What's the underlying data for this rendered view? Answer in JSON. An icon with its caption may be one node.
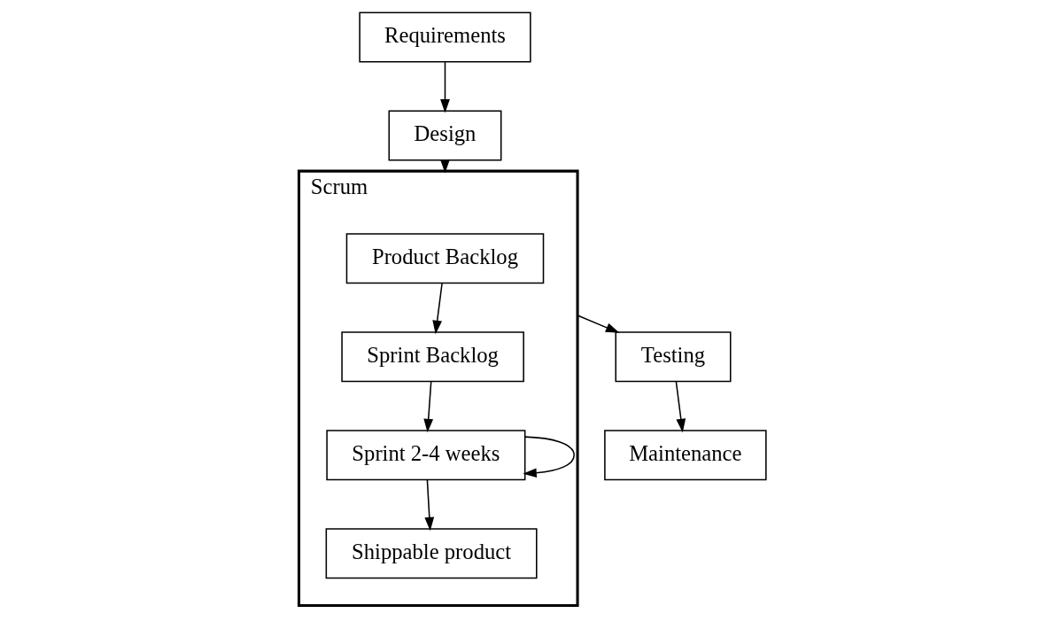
{
  "diagram": {
    "nodes": [
      {
        "text": [
          "Requirements"
        ]
      },
      {
        "text": [
          "Design"
        ]
      },
      {
        "text": [
          "Scrum"
        ]
      },
      {
        "text": [
          "Product Backlog"
        ],
        "in": 2
      },
      {
        "text": [
          "Sprint Backlog"
        ],
        "in": 2
      },
      {
        "text": [
          "Shippable product"
        ],
        "in": 2
      },
      {
        "text": [
          "Sprint 2-4 weeks"
        ],
        "in": 2
      },
      {
        "text": [
          "Testing"
        ]
      },
      {
        "text": [
          "Maintenance"
        ]
      }
    ],
    "edges": [
      {
        "from": 0,
        "to": 1,
        "arrow": "to"
      },
      {
        "from": 1,
        "to": 2,
        "arrow": "to"
      },
      {
        "from": 2,
        "to": 7,
        "arrow": "to"
      },
      {
        "from": 7,
        "to": 8,
        "arrow": "to"
      },
      {
        "from": 3,
        "to": 4,
        "arrow": "to"
      },
      {
        "from": 4,
        "to": 6,
        "arrow": "to"
      },
      {
        "from": 6,
        "to": 5,
        "arrow": "to"
      },
      {
        "from": 6,
        "to": 6,
        "arrow": "to"
      }
    ]
  }
}
